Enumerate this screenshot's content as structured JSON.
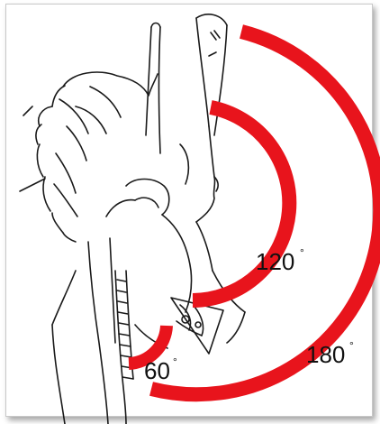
{
  "figure": {
    "arc_color": "#e8141c",
    "line_color": "#1a1a1a",
    "labels": {
      "angle_60": "60",
      "angle_120": "120",
      "angle_180": "180",
      "degree_mark": "°"
    }
  }
}
